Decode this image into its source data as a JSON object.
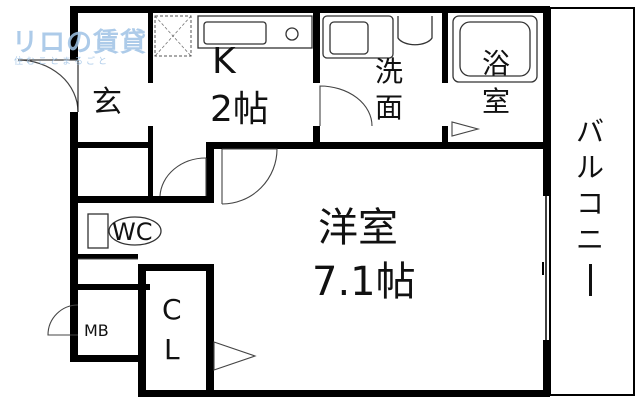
{
  "rooms": {
    "entrance": "玄",
    "kitchen": {
      "letter": "K",
      "size": "2帖"
    },
    "washroom": "洗\n面",
    "washroom_line1": "洗",
    "washroom_line2": "面",
    "bath_line1": "浴",
    "bath_line2": "室",
    "wc": "WC",
    "western_room": {
      "name": "洋室",
      "size": "7.1帖"
    },
    "closet_line1": "C",
    "closet_line2": "L",
    "meter_box": "MB",
    "balcony": [
      "バ",
      "ル",
      "コ",
      "ニ",
      "ー"
    ]
  },
  "watermark": {
    "brand": "リロの賃貸",
    "tagline": "住むことまるごと"
  },
  "colors": {
    "wall": "#000000",
    "fixture": "#333333",
    "watermark": "#9fc3e6"
  }
}
